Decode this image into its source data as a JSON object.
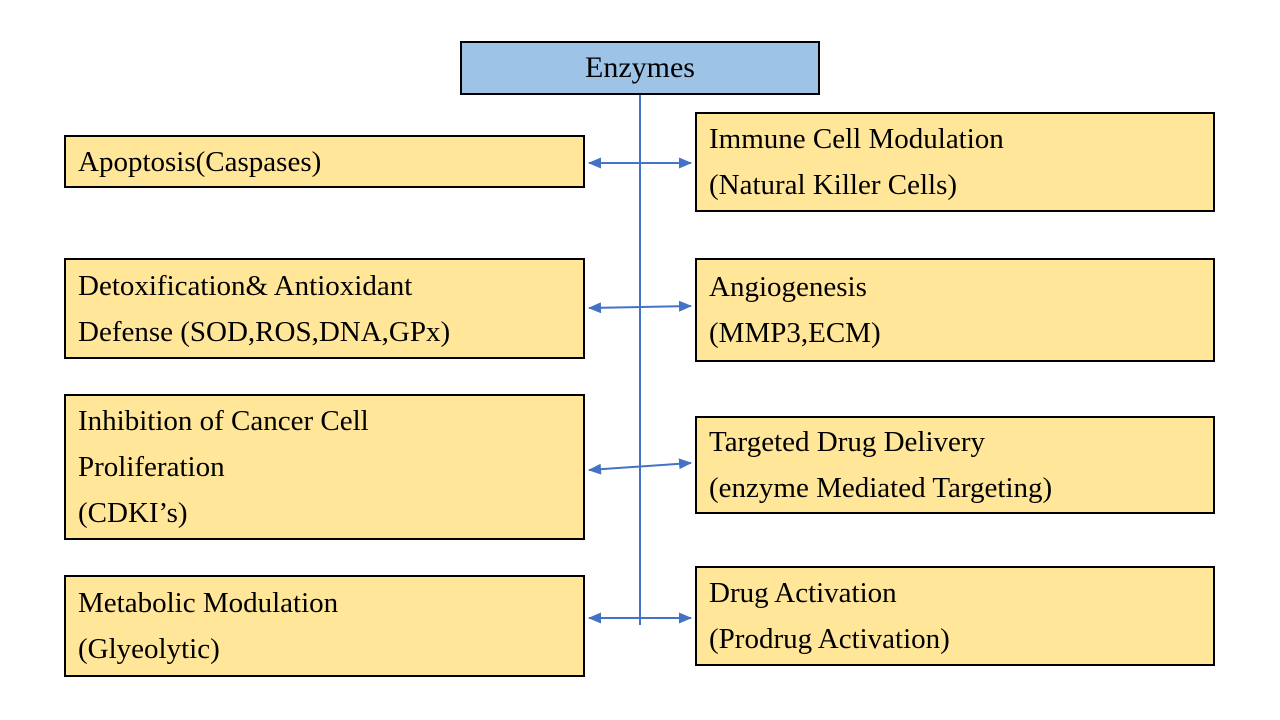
{
  "diagram": {
    "title_node": {
      "label": "Enzymes"
    },
    "left_nodes": [
      {
        "id": "apoptosis",
        "lines": [
          "Apoptosis(Caspases)"
        ]
      },
      {
        "id": "detoxification",
        "lines": [
          "Detoxification& Antioxidant",
          "Defense (SOD,ROS,DNA,GPx)"
        ]
      },
      {
        "id": "inhibition",
        "lines": [
          "Inhibition of Cancer Cell",
          "Proliferation",
          "(CDKI’s)"
        ]
      },
      {
        "id": "metabolic",
        "lines": [
          "Metabolic Modulation",
          "(Glyeolytic)"
        ]
      }
    ],
    "right_nodes": [
      {
        "id": "immune",
        "lines": [
          "Immune Cell Modulation",
          "(Natural Killer Cells)"
        ]
      },
      {
        "id": "angiogenesis",
        "lines": [
          "Angiogenesis",
          "(MMP3,ECM)"
        ]
      },
      {
        "id": "targeted",
        "lines": [
          "Targeted Drug Delivery",
          "(enzyme Mediated Targeting)"
        ]
      },
      {
        "id": "drug-activation",
        "lines": [
          "Drug Activation",
          "(Prodrug Activation)"
        ]
      }
    ],
    "colors": {
      "root_fill": "#9DC3E6",
      "node_fill": "#FFE699",
      "node_border": "#000000",
      "connector": "#4472C4",
      "background": "#FFFFFF"
    },
    "connector_style": "double-headed-arrows-through-central-trunk"
  }
}
